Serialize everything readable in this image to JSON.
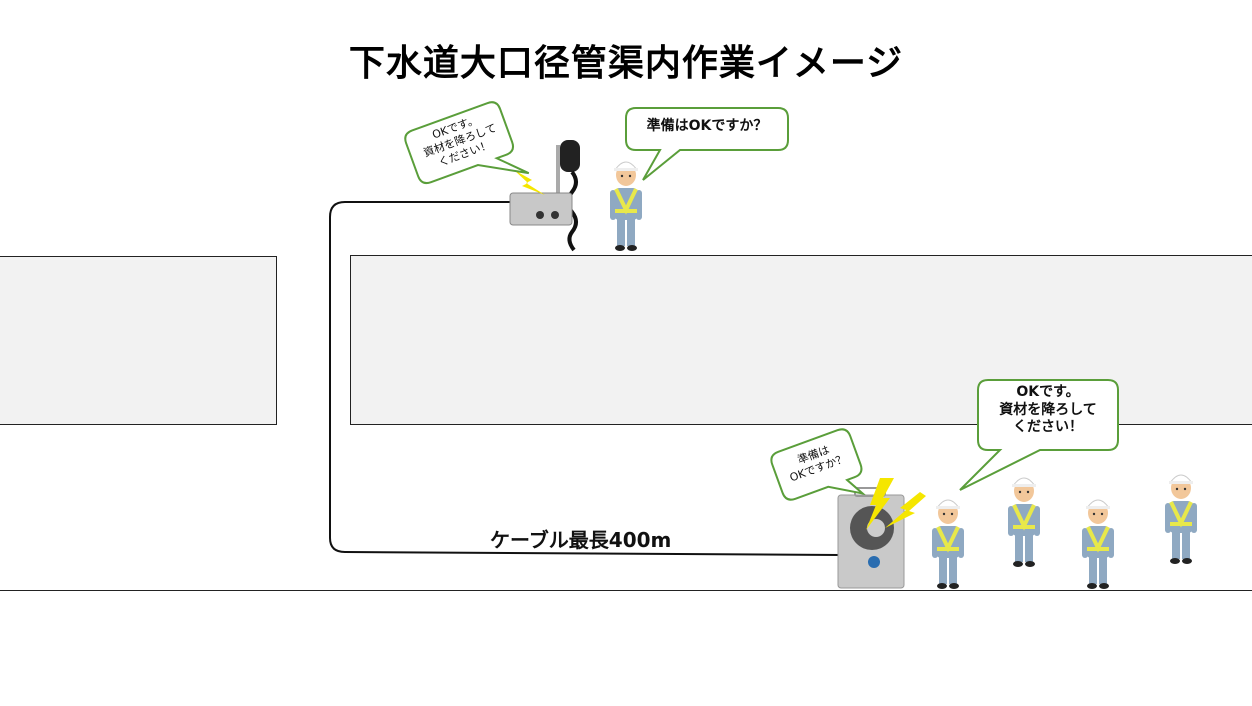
{
  "title": "下水道大口径管渠内作業イメージ",
  "cable_label": "ケーブル最長400m",
  "top_station": {
    "device_bubble": {
      "line1": "OKです。",
      "line2": "資材を降ろして",
      "line3": "ください！"
    },
    "worker_bubble": {
      "text": "準備はOKですか？"
    }
  },
  "bottom_station": {
    "speaker_bubble": {
      "line1": "準備は",
      "line2": "OKですか？"
    },
    "worker_bubble": {
      "line1": "OKです。",
      "line2": "資材を降ろして",
      "line3": "ください！"
    }
  },
  "colors": {
    "bubble_border": "#5a9e3a",
    "pipe_fill": "#f2f2f2",
    "signal": "#f5e600",
    "worker_body": "#8fa9c2",
    "vest": "#e8e84a"
  }
}
